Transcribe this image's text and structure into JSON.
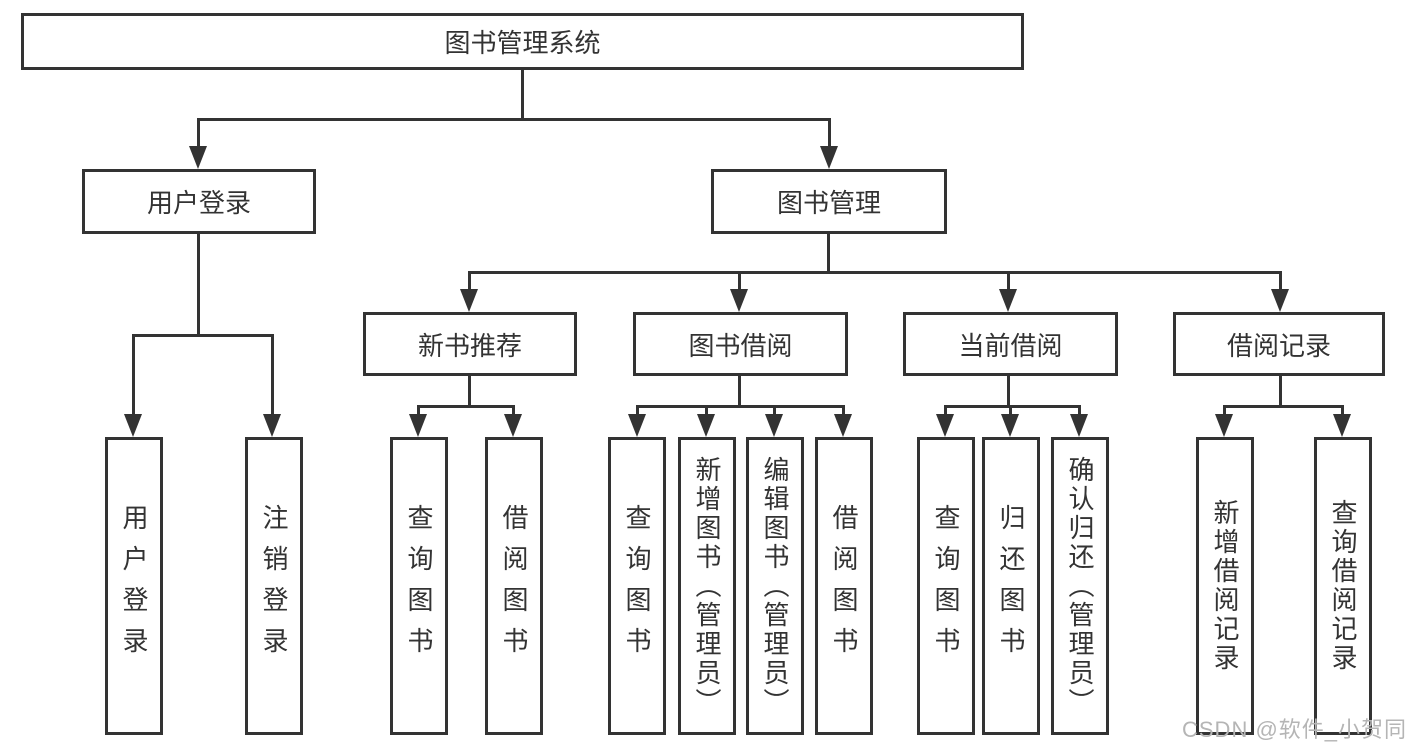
{
  "diagram": {
    "root": {
      "label": "图书管理系统"
    },
    "level2": [
      {
        "label": "用户登录"
      },
      {
        "label": "图书管理"
      }
    ],
    "level3": [
      {
        "parent": "图书管理",
        "label": "新书推荐"
      },
      {
        "parent": "图书管理",
        "label": "图书借阅"
      },
      {
        "parent": "图书管理",
        "label": "当前借阅"
      },
      {
        "parent": "图书管理",
        "label": "借阅记录"
      }
    ],
    "level4": [
      {
        "parent": "用户登录",
        "label": "用户登录"
      },
      {
        "parent": "用户登录",
        "label": "注销登录"
      },
      {
        "parent": "新书推荐",
        "label": "查询图书"
      },
      {
        "parent": "新书推荐",
        "label": "借阅图书"
      },
      {
        "parent": "图书借阅",
        "label": "查询图书"
      },
      {
        "parent": "图书借阅",
        "label": "新增图书（管理员）"
      },
      {
        "parent": "图书借阅",
        "label": "编辑图书（管理员）"
      },
      {
        "parent": "图书借阅",
        "label": "借阅图书"
      },
      {
        "parent": "当前借阅",
        "label": "查询图书"
      },
      {
        "parent": "当前借阅",
        "label": "归还图书"
      },
      {
        "parent": "当前借阅",
        "label": "确认归还（管理员）"
      },
      {
        "parent": "借阅记录",
        "label": "新增借阅记录"
      },
      {
        "parent": "借阅记录",
        "label": "查询借阅记录"
      }
    ],
    "watermark": "CSDN @软件_小贺同学",
    "colors": {
      "line": "#333333",
      "text": "#333333",
      "background": "#ffffff",
      "watermark": "#b5b5b5"
    }
  }
}
